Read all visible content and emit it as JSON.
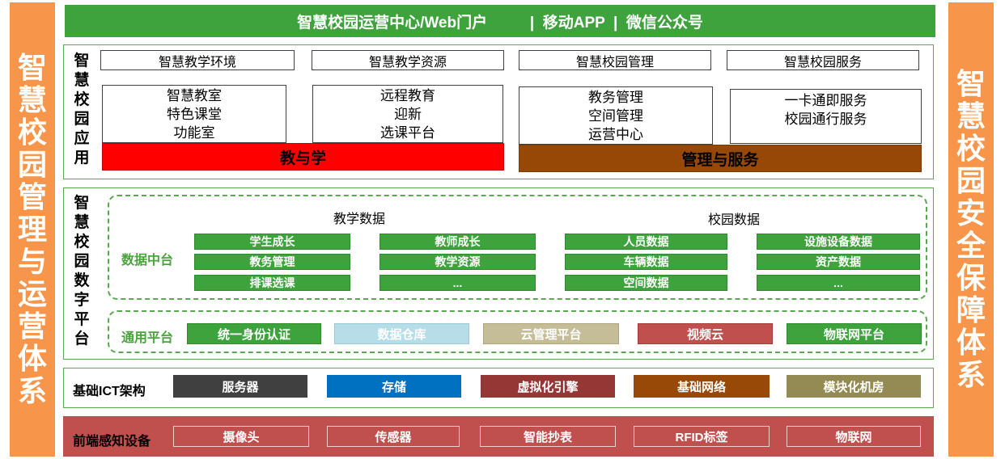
{
  "left_side": {
    "chars": [
      "智",
      "慧",
      "校",
      "园",
      "管",
      "理",
      "与",
      "运",
      "营",
      "体",
      "系"
    ],
    "color": "#f7964a"
  },
  "right_side": {
    "chars": [
      "智",
      "慧",
      "校",
      "园",
      "安",
      "全",
      "保",
      "障",
      "体",
      "系"
    ],
    "color": "#f7964a"
  },
  "top_bar": {
    "text": "智慧校园运营中心/Web门户          |  移动APP  |  微信公众号",
    "color": "#3fa33d"
  },
  "app_layer": {
    "label": [
      "智",
      "慧",
      "校",
      "园",
      "应",
      "用"
    ],
    "headers": [
      "智慧教学环境",
      "智慧教学资源",
      "智慧校园管理",
      "智慧校园服务"
    ],
    "content": [
      [
        "智慧教室",
        "特色课堂",
        "功能室"
      ],
      [
        "远程教育",
        "迎新",
        "选课平台"
      ],
      [
        "教务管理",
        "空间管理",
        "运营中心"
      ],
      [
        "一卡通即服务",
        "校园通行服务"
      ]
    ],
    "bars": [
      {
        "text": "教与学",
        "color": "#ff0000"
      },
      {
        "text": "管理与服务",
        "color": "#974806"
      }
    ]
  },
  "digital_layer": {
    "label": [
      "智",
      "慧",
      "校",
      "园",
      "数",
      "字",
      "平",
      "台"
    ],
    "data_center": {
      "label": "数据中台",
      "sections": [
        "教学数据",
        "校园数据"
      ],
      "columns": [
        [
          "学生成长",
          "教务管理",
          "排课选课"
        ],
        [
          "教师成长",
          "教学资源",
          "..."
        ],
        [
          "人员数据",
          "车辆数据",
          "空间数据"
        ],
        [
          "设施设备数据",
          "资产数据",
          "..."
        ]
      ]
    },
    "common_platform": {
      "label": "通用平台",
      "items": [
        {
          "text": "统一身份认证",
          "color": "#3fa33d"
        },
        {
          "text": "数据仓库",
          "color": "#b7dde8"
        },
        {
          "text": "云管理平台",
          "color": "#c4bd97"
        },
        {
          "text": "视频云",
          "color": "#c0504d"
        },
        {
          "text": "物联网平台",
          "color": "#3fa33d"
        }
      ]
    }
  },
  "ict_layer": {
    "label": "基础ICT架构",
    "items": [
      {
        "text": "服务器",
        "color": "#404040"
      },
      {
        "text": "存储",
        "color": "#0070c0"
      },
      {
        "text": "虚拟化引擎",
        "color": "#953735"
      },
      {
        "text": "基础网络",
        "color": "#984807"
      },
      {
        "text": "模块化机房",
        "color": "#948a54"
      }
    ]
  },
  "sense_layer": {
    "label": "前端感知设备",
    "items": [
      "摄像头",
      "传感器",
      "智能抄表",
      "RFID标签",
      "物联网"
    ],
    "color": "#c0504d"
  }
}
